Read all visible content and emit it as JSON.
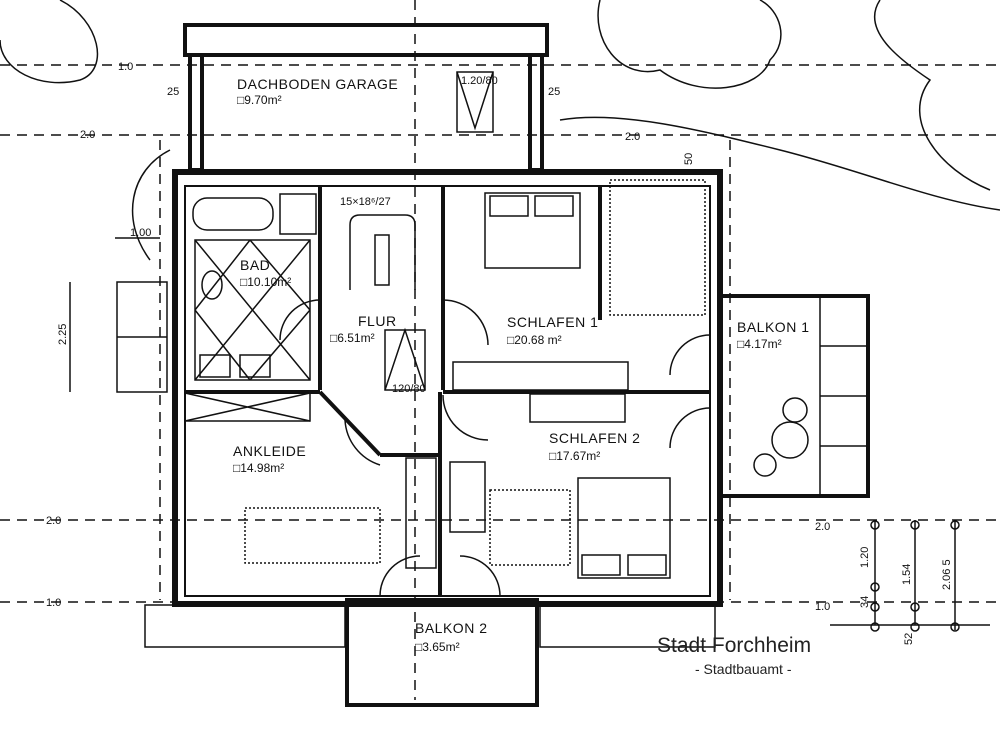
{
  "rooms": {
    "garage": {
      "label": "DACHBODEN GARAGE",
      "area": "□9.70m²"
    },
    "bad": {
      "label": "BAD",
      "area": "□10.10m²"
    },
    "flur": {
      "label": "FLUR",
      "area": "□6.51m²"
    },
    "schlafen1": {
      "label": "SCHLAFEN 1",
      "area": "□20.68 m²"
    },
    "balkon1": {
      "label": "BALKON 1",
      "area": "□4.17m²"
    },
    "ankleide": {
      "label": "ANKLEIDE",
      "area": "□14.98m²"
    },
    "schlafen2": {
      "label": "SCHLAFEN 2",
      "area": "□17.67m²"
    },
    "balkon2": {
      "label": "BALKON 2",
      "area": "□3.65m²"
    }
  },
  "annotations": {
    "hatch_garage": "1.20/80",
    "hatch_flur": "120/80",
    "stairs": "15×18⁶/27"
  },
  "dimensions": {
    "level_1_0": "1.0",
    "level_2_0": "2.0",
    "d25": "25",
    "d1_00": "1.00",
    "d2_25": "2.25",
    "d50": "50",
    "d1_20": "1.20",
    "d1_54": "1.54",
    "d2_065": "2.06 5",
    "d34": "34",
    "d52": "52"
  },
  "stamp": {
    "line1": "Stadt Forchheim",
    "line2": "- Stadtbauamt -"
  }
}
